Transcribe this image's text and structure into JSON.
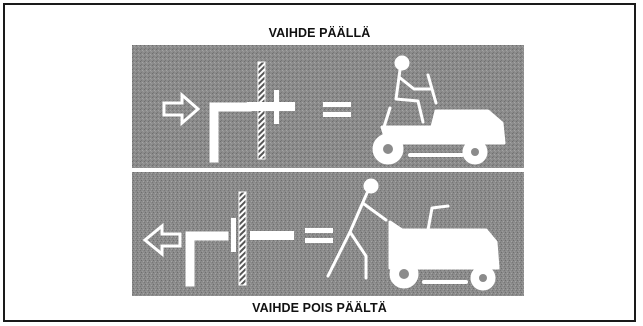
{
  "captions": {
    "top": "VAIHDE PÄÄLLÄ",
    "bottom": "VAIHDE POIS PÄÄLTÄ"
  },
  "panels": [
    {
      "id": "engaged",
      "arrow": "right-arrow-icon",
      "lever": "lever-engaged-icon",
      "figure": "person-riding-mower-icon"
    },
    {
      "id": "disengaged",
      "arrow": "left-arrow-icon",
      "lever": "lever-disengaged-icon",
      "figure": "person-pushing-mower-icon"
    }
  ],
  "colors": {
    "panel": "#8d8d8d",
    "ink": "#ffffff",
    "frame": "#1a1a1a"
  }
}
